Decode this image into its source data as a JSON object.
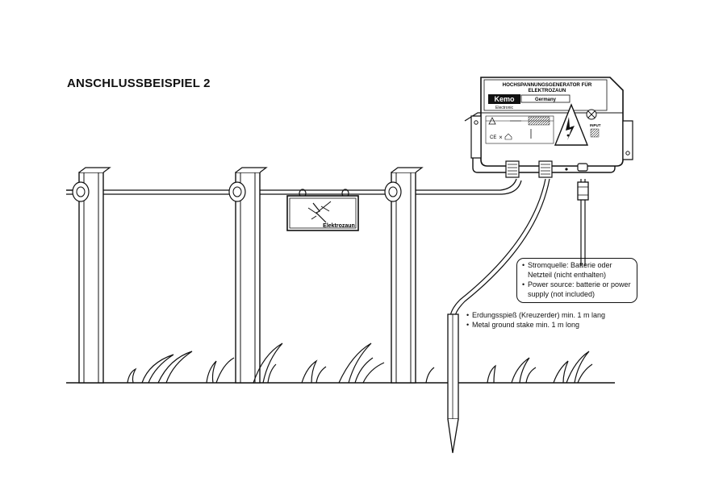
{
  "title": "ANSCHLUSSBEISPIEL 2",
  "generator": {
    "label_line1": "HOCHSPANNUNGSGENERATOR FÜR",
    "label_line2": "ELEKTROZAUN",
    "brand": "Kemo",
    "brand_sub": "Electronic",
    "country": "Germany",
    "input_label": "INPUT"
  },
  "fence_sign": {
    "text": "Elektrozaun"
  },
  "power_callout": {
    "items": [
      "Stromquelle: Batterie oder Netzteil (nicht enthalten)",
      "Power source: batterie or power supply (not included)"
    ]
  },
  "ground_callout": {
    "items": [
      "Erdungsspieß (Kreuzerder) min. 1 m lang",
      "Metal ground stake min. 1 m long"
    ]
  }
}
